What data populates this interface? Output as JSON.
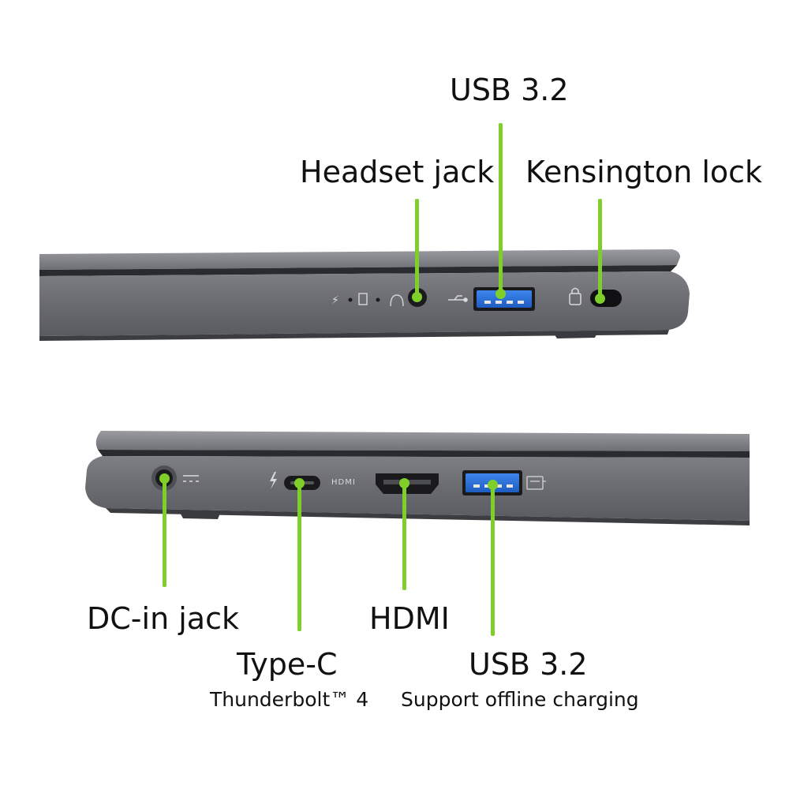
{
  "top_view": {
    "labels": {
      "usb": "USB 3.2",
      "headset": "Headset jack",
      "kensington": "Kensington lock"
    }
  },
  "bottom_view": {
    "labels": {
      "dc_in": "DC-in jack",
      "type_c": "Type-C",
      "type_c_sub": "Thunderbolt™ 4",
      "hdmi": "HDMI",
      "usb": "USB 3.2",
      "usb_sub": "Support offline charging"
    }
  },
  "port_markings": {
    "hdmi": "HDMI"
  },
  "colors": {
    "callout": "#7fce2a",
    "chassis": "#6b6c70",
    "usb_blue": "#2c6fd6"
  }
}
